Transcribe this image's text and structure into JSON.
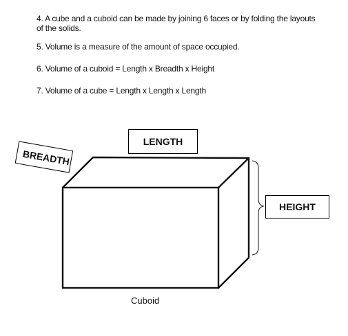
{
  "notes": {
    "item4": "4. A cube and a cuboid can be made by joining 6 faces or by folding the layouts of the solids.",
    "item5": "5. Volume is a measure of the amount of space occupied.",
    "item6": "6. Volume of a cuboid = Length x Breadth x Height",
    "item7": "7. Volume of a cube = Length x Length x Length"
  },
  "diagram": {
    "length_label": "LENGTH",
    "breadth_label": "BREADTH",
    "height_label": "HEIGHT",
    "caption": "Cuboid"
  }
}
